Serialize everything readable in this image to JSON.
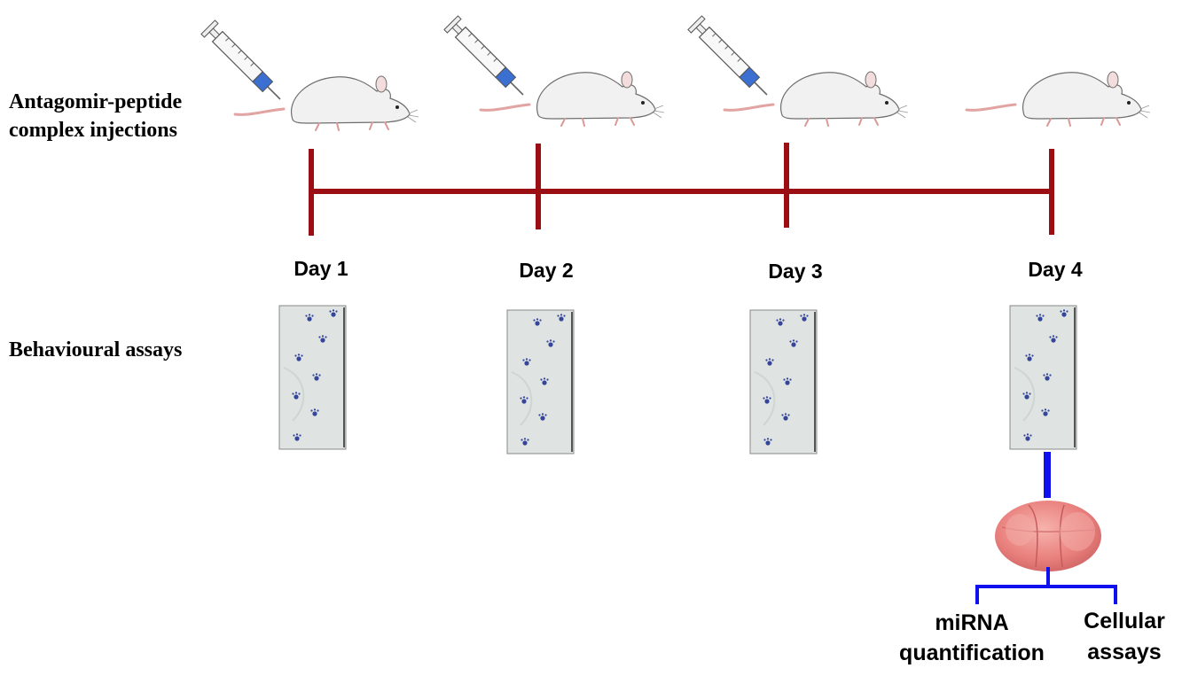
{
  "labels": {
    "injections_line1": "Antagomir-peptide",
    "injections_line2": "complex injections",
    "behaviour": "Behavioural assays"
  },
  "days": [
    {
      "label": "Day 1",
      "injection": true
    },
    {
      "label": "Day 2",
      "injection": true
    },
    {
      "label": "Day 3",
      "injection": true
    },
    {
      "label": "Day 4",
      "injection": false
    }
  ],
  "outputs": {
    "left_line1": "miRNA",
    "left_line2": "quantification",
    "right_line1": "Cellular",
    "right_line2": "assays"
  },
  "colors": {
    "timeline": "#9b0e13",
    "connector": "#1010ee",
    "panel_bg": "#dfe3e1",
    "paw": "#34459a",
    "brain": "#ee8f8c",
    "syringe_plunger": "#3b6fd1"
  },
  "icons": {
    "mouse": "mouse-icon",
    "syringe": "syringe-icon",
    "footprint_panel": "footprint-panel-icon",
    "brain": "brain-icon"
  }
}
